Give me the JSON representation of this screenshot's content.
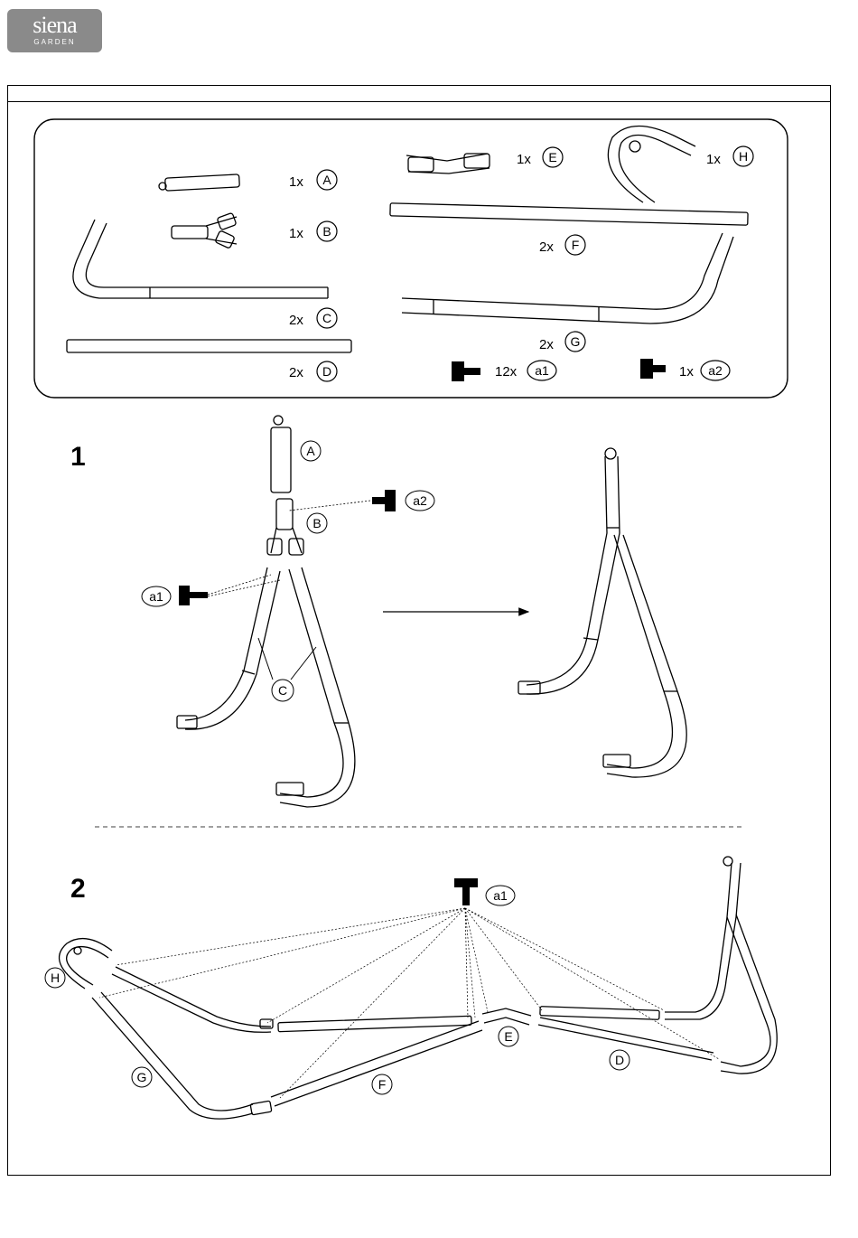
{
  "logo": {
    "brand": "siena",
    "sub": "GARDEN"
  },
  "parts": [
    {
      "qty": "1x",
      "letter": "A"
    },
    {
      "qty": "1x",
      "letter": "B"
    },
    {
      "qty": "2x",
      "letter": "C"
    },
    {
      "qty": "2x",
      "letter": "D"
    },
    {
      "qty": "1x",
      "letter": "E"
    },
    {
      "qty": "1x",
      "letter": "H"
    },
    {
      "qty": "2x",
      "letter": "F"
    },
    {
      "qty": "2x",
      "letter": "G"
    },
    {
      "qty": "12x",
      "letter": "a1"
    },
    {
      "qty": "1x",
      "letter": "a2"
    }
  ],
  "step1": {
    "number": "1",
    "labels": {
      "A": "A",
      "B": "B",
      "C": "C",
      "a1": "a1",
      "a2": "a2"
    }
  },
  "step2": {
    "number": "2",
    "labels": {
      "a1": "a1",
      "H": "H",
      "G": "G",
      "F": "F",
      "E": "E",
      "D": "D"
    }
  },
  "colors": {
    "line": "#000000",
    "logo_bg": "#8a8a8a",
    "page": "#ffffff"
  }
}
